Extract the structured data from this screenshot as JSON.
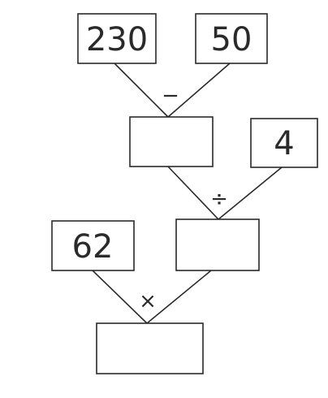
{
  "diagram": {
    "inputs": {
      "first": "230",
      "second": "50",
      "divisor": "4",
      "multiplier": "62"
    },
    "operators": {
      "subtract": "−",
      "divide": "÷",
      "multiply": "×"
    },
    "results": {
      "difference": "",
      "quotient": "",
      "product": ""
    }
  }
}
